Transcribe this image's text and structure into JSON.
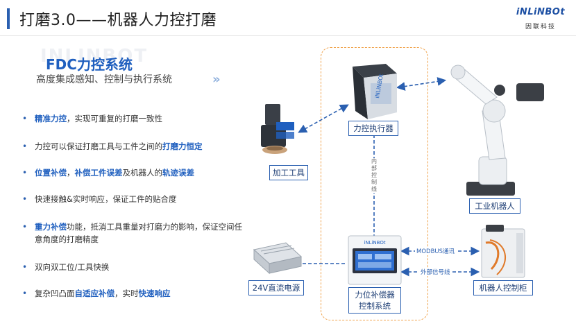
{
  "header": {
    "title": "打磨3.0——机器人力控打磨",
    "logo_brand": "iNLiNBOt",
    "logo_sub": "因联科技"
  },
  "watermark": "INLINBOT",
  "system": {
    "title": "FDC力控系统",
    "subtitle": "高度集成感知、控制与执行系统"
  },
  "features": [
    [
      {
        "t": "精准力控",
        "hl": true
      },
      {
        "t": "，实现可重复的打磨一致性"
      }
    ],
    [
      {
        "t": "力控可以保证打磨工具与工件之间的"
      },
      {
        "t": "打磨力恒定",
        "hl": true
      }
    ],
    [
      {
        "t": "位置补偿",
        "hl": true
      },
      {
        "t": "，"
      },
      {
        "t": "补偿工件误差",
        "hl": true
      },
      {
        "t": "及机器人的"
      },
      {
        "t": "轨迹误差",
        "hl": true
      }
    ],
    [
      {
        "t": "快速接触&实时响应，保证工件的贴合度"
      }
    ],
    [
      {
        "t": "重力补偿",
        "hl": true
      },
      {
        "t": "功能，抵消工具重量对打磨力的影响，保证空间任意角度的打磨精度"
      }
    ],
    [
      {
        "t": "双向双工位/工具快换"
      }
    ],
    [
      {
        "t": "复杂凹凸面"
      },
      {
        "t": "自适应补偿",
        "hl": true
      },
      {
        "t": "，实时"
      },
      {
        "t": "快速响应",
        "hl": true
      }
    ]
  ],
  "diagram": {
    "tool_label": "加工工具",
    "actuator_label": "力控执行器",
    "robot_label": "工业机器人",
    "power_label": "24V直流电源",
    "controller_label_1": "力位补偿器",
    "controller_label_2": "控制系统",
    "cabinet_label": "机器人控制柜",
    "internal_line": "内部控制线",
    "modbus": "MODBUS通讯",
    "external_signal": "外部信号线",
    "device_brand": "iNLiNBOt"
  },
  "colors": {
    "accent": "#2a5fb0",
    "highlight": "#1f5fbf",
    "dash_box": "#f0a24a"
  }
}
